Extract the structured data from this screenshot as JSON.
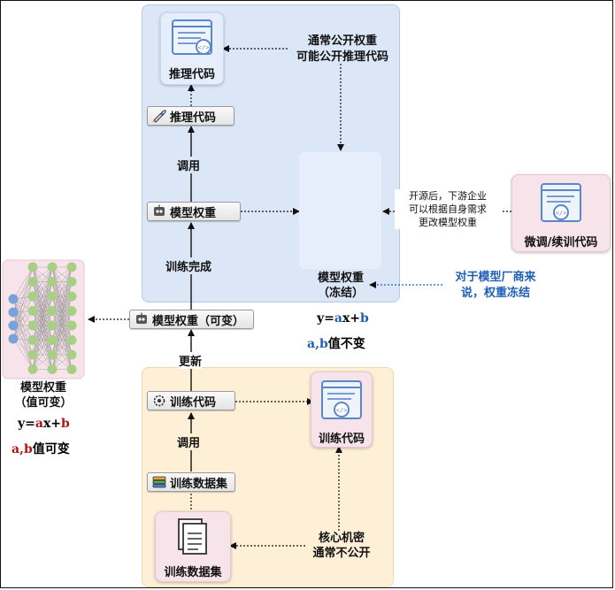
{
  "labels": {
    "public_weights_1": "通常公开权重",
    "public_weights_2": "可能公开推理代码",
    "open_source_1": "开源后，下游企业",
    "open_source_2": "可以根据自身需求",
    "open_source_3": "更改模型权重",
    "frozen_note_1": "对于模型厂商来",
    "frozen_note_2": "说，权重冻结",
    "secret_1": "核心机密",
    "secret_2": "通常不公开",
    "call_1": "调用",
    "call_2": "调用",
    "train_done": "训练完成",
    "update": "更新"
  },
  "cards": {
    "inference_code": "推理代码",
    "finetune_code": "微调/续训代码",
    "training_code": "训练代码",
    "training_dataset": "训练数据集"
  },
  "boxes": {
    "inference_code": "推理代码",
    "model_weights": "模型权重",
    "model_weights_variable": "模型权重（可变）",
    "training_code": "训练代码",
    "training_dataset": "训练数据集"
  },
  "frozen_model": {
    "title": "模型权重",
    "subtitle": "（冻结）",
    "formula_y": "y=",
    "formula_a": "a",
    "formula_x": "x+",
    "formula_b": "b",
    "note_ab": "a,b",
    "note_text": "值不变"
  },
  "variable_model": {
    "title": "模型权重",
    "subtitle": "（值可变）",
    "formula_y": "y=",
    "formula_a": "a",
    "formula_x": "x+",
    "formula_b": "b",
    "note_ab": "a,b",
    "note_text": "值可变"
  },
  "colors": {
    "blue_region": "#dbe6f6",
    "yellow_region": "#fdf0d6",
    "input_node": "#7ba2d6",
    "hidden_node": "#a9cf87",
    "accent_blue": "#1f5fb5",
    "accent_red": "#b01515"
  },
  "icons": {
    "inference_code": "code-window-icon",
    "finetune_code": "code-window-icon",
    "training_code": "code-window-icon",
    "training_dataset": "document-stack-icon",
    "rocket": "rocket-icon",
    "gear": "gear-icon",
    "robot": "robot-icon",
    "database": "database-icon"
  }
}
